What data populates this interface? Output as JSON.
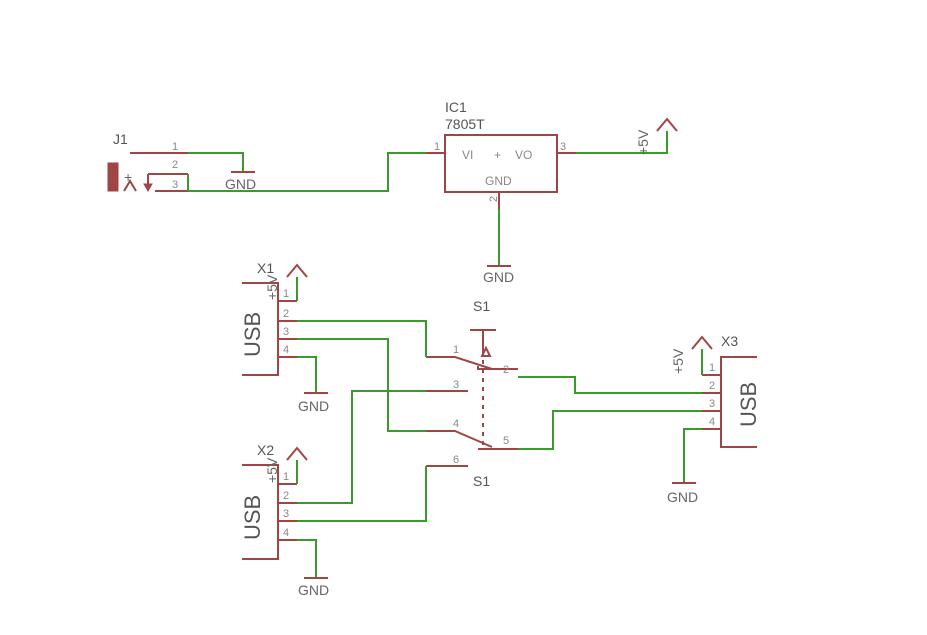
{
  "j1": {
    "name": "J1",
    "pins": [
      "1",
      "2",
      "3"
    ],
    "gnd": "GND",
    "plus": "+"
  },
  "ic1": {
    "name": "IC1",
    "value": "7805T",
    "vi": "VI",
    "vo": "VO",
    "gnd": "GND",
    "plus": "+",
    "pin1": "1",
    "pin2": "2",
    "pin3": "3",
    "gnd_supply": "GND",
    "vout": "+5V"
  },
  "x1": {
    "name": "X1",
    "usb": "USB",
    "pins": [
      "1",
      "2",
      "3",
      "4"
    ],
    "vcc": "+5V",
    "gnd": "GND"
  },
  "x2": {
    "name": "X2",
    "usb": "USB",
    "pins": [
      "1",
      "2",
      "3",
      "4"
    ],
    "vcc": "+5V",
    "gnd": "GND"
  },
  "x3": {
    "name": "X3",
    "usb": "USB",
    "pins": [
      "1",
      "2",
      "3",
      "4"
    ],
    "vcc": "+5V",
    "gnd": "GND"
  },
  "s1": {
    "name_top": "S1",
    "name_bottom": "S1",
    "pins": [
      "1",
      "2",
      "3",
      "4",
      "5",
      "6"
    ]
  }
}
